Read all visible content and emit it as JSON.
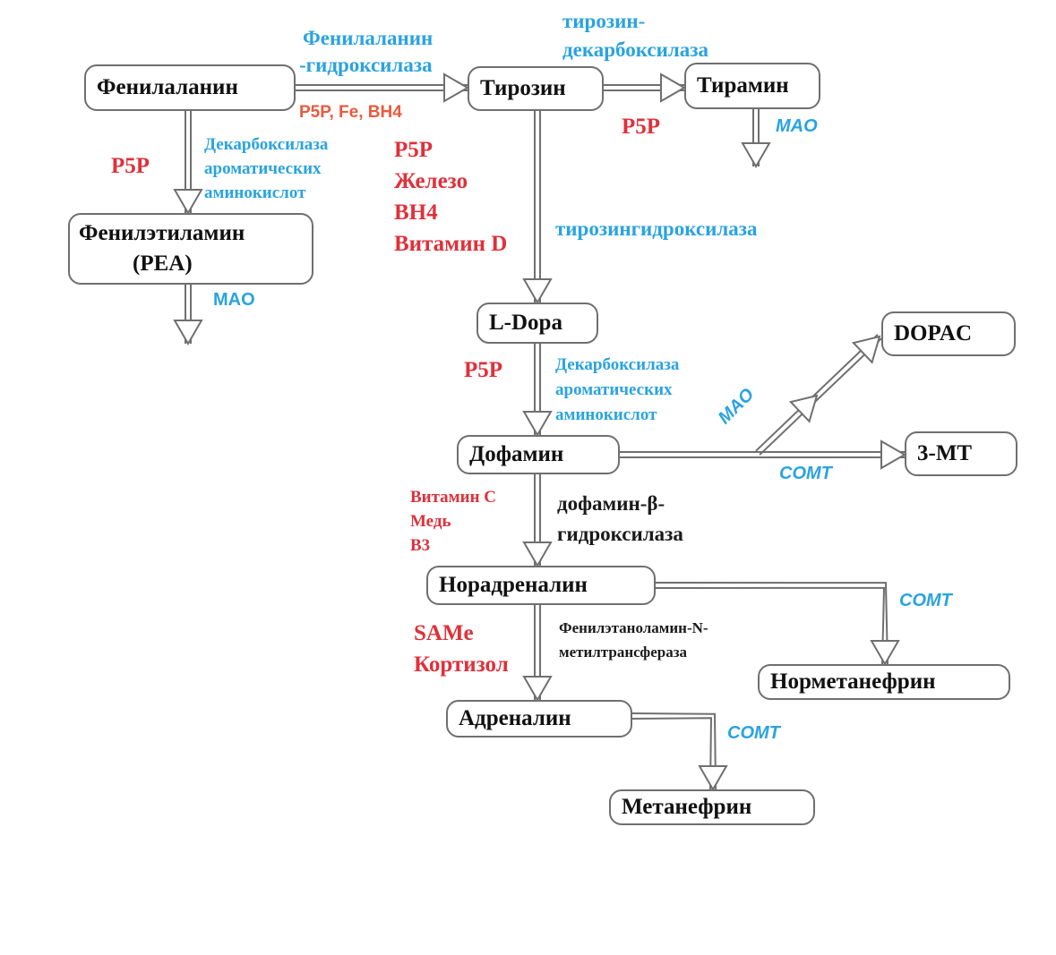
{
  "colors": {
    "enzyme_blue": "#29a3e0",
    "cofactor_red": "#e0303a",
    "cofactor_orange": "#ea5a3c",
    "node_border": "#6f6f6f",
    "text_black": "#111111"
  },
  "nodes": {
    "phenylalanine": "Фенилаланин",
    "tyrosine": "Тирозин",
    "tyramine": "Тирамин",
    "phenylethylamine_line1": "Фенилэтиламин",
    "phenylethylamine_line2": "(PEA)",
    "l_dopa": "L-Dopa",
    "dopac": "DOPAC",
    "dopamine": "Дофамин",
    "three_mt": "3-MT",
    "noradrenaline": "Норадреналин",
    "normetanephrine": "Норметанефрин",
    "adrenaline": "Адреналин",
    "metanephrine": "Метанефрин"
  },
  "enzymes": {
    "phe_hydroxylase": [
      "Фенилаланин",
      "-гидроксилаза"
    ],
    "tyr_decarboxylase": [
      "тирозин-",
      "декарбоксилаза"
    ],
    "aadc_1": [
      "Декарбоксилаза",
      "ароматических",
      "аминокислот"
    ],
    "tyr_hydroxylase": "тирозингидроксилаза",
    "aadc_2": [
      "Декарбоксилаза",
      "ароматических",
      "аминокислот"
    ],
    "dbh": [
      "дофамин-β-",
      "гидроксилаза"
    ],
    "pnmt": [
      "Фенилэтаноламин-N-",
      "метилтрансфераза"
    ],
    "mao_tyramine": "MAO",
    "mao_pea": "MAO",
    "mao_dopac": "MAO",
    "comt_3mt": "COMT",
    "comt_normet": "COMT",
    "comt_met": "COMT"
  },
  "cofactors": {
    "phe_to_tyr": "P5P, Fe, BH4",
    "phe_to_pea": "P5P",
    "tyr_to_tyramine": "P5P",
    "tyr_to_dopa": [
      "P5P",
      "Железо",
      "BH4",
      "Витамин D"
    ],
    "dopa_to_dopamine": "P5P",
    "dopamine_to_na": [
      "Витамин C",
      "Медь",
      "B3"
    ],
    "na_to_adrenaline": [
      "SAMe",
      "Кортизол"
    ]
  }
}
